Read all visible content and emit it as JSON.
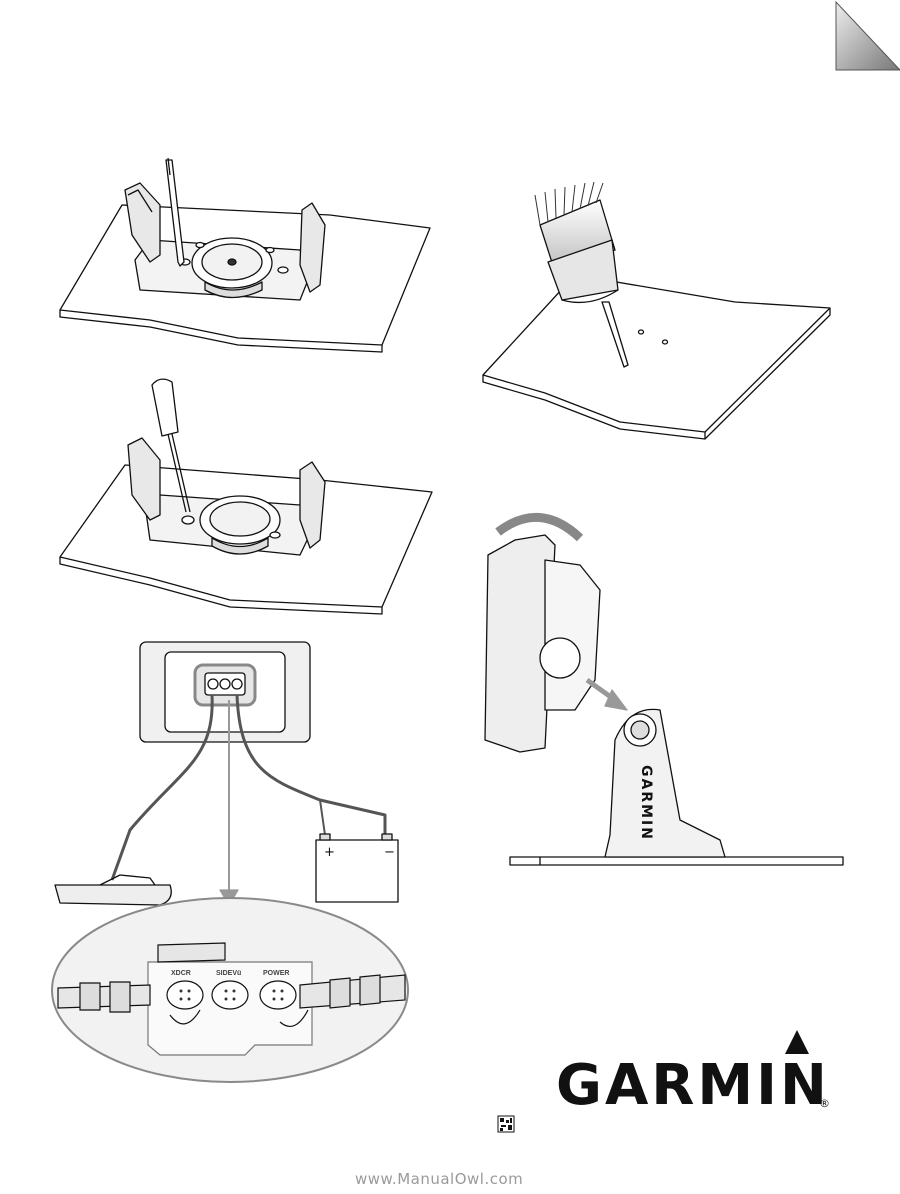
{
  "ports": {
    "xdcr": "XDCR",
    "sidevu": "SIDEVü",
    "power": "POWER"
  },
  "battery": {
    "plus": "+",
    "minus": "−"
  },
  "brand": {
    "logo_text": "GARMIN",
    "registered": "®",
    "mount_lettering": "GARMIN"
  },
  "watermark": "www.ManualOwl.com",
  "colors": {
    "line": "#111111",
    "accent_gray": "#8a8a8a",
    "callout_fill": "#f2f2f2",
    "arrow_gray": "#999999"
  }
}
